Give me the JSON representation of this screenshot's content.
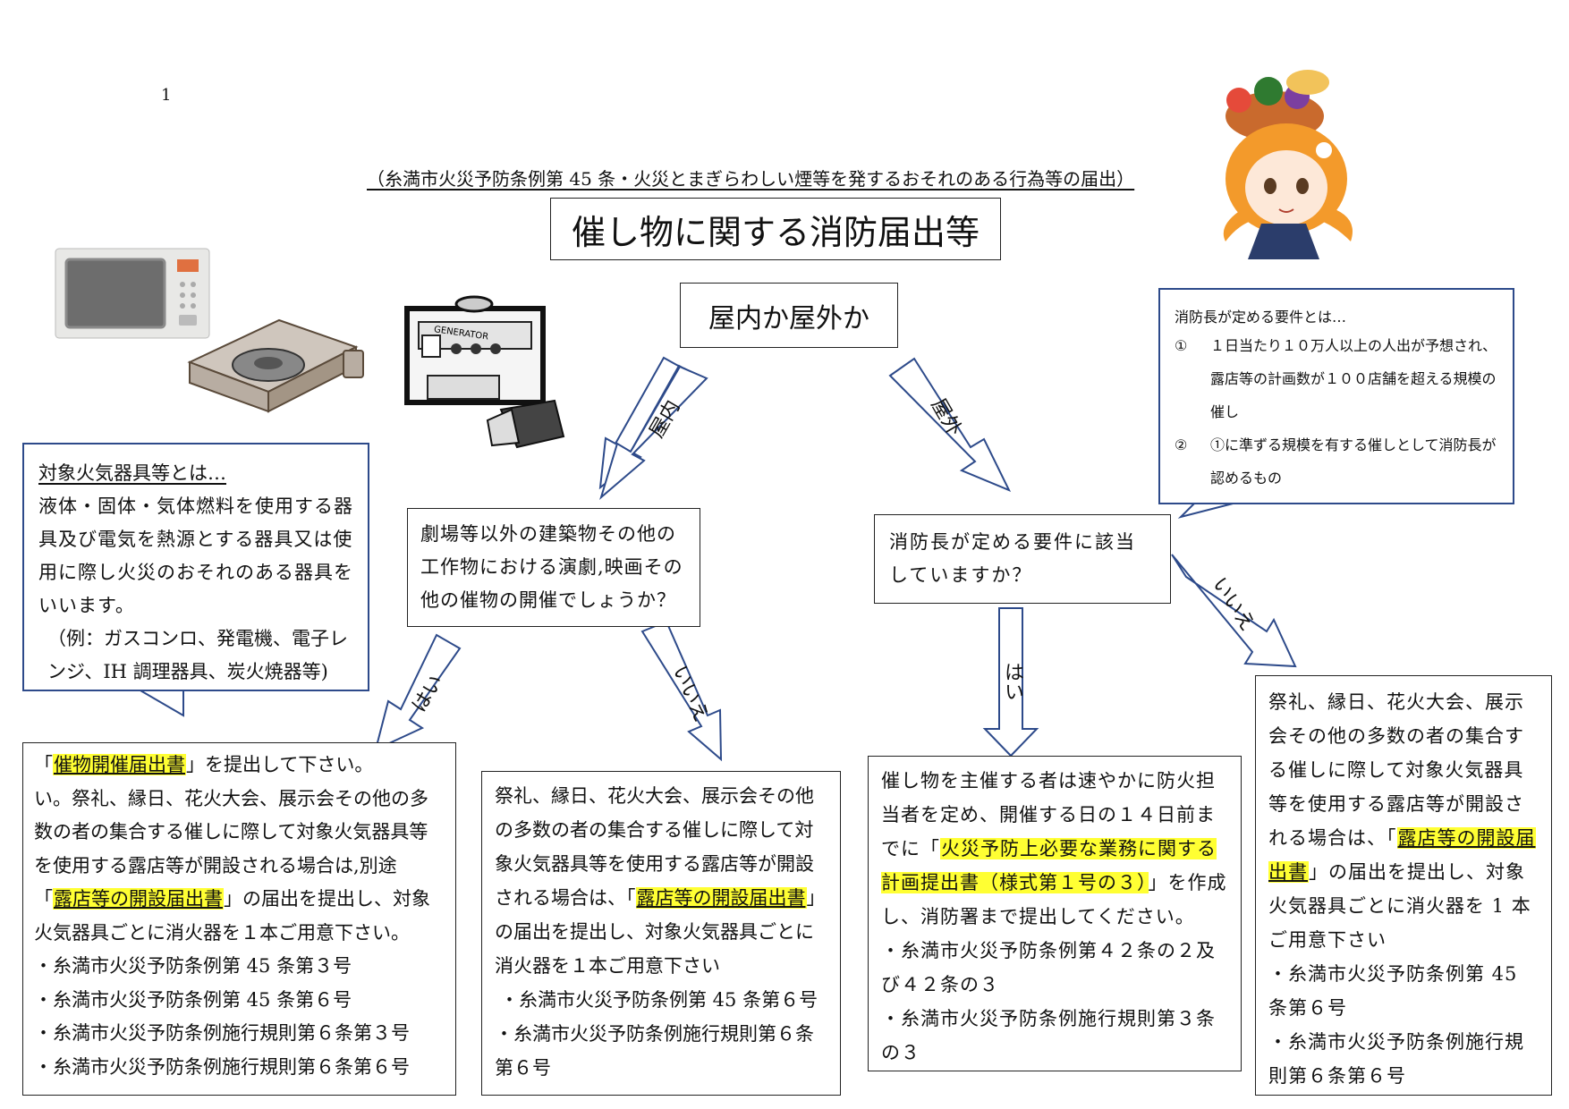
{
  "page_number": "1",
  "subtitle": "（糸満市火災予防条例第 45 条・火災とまぎらわしい煙等を発するおそれのある行為等の届出）",
  "title": "催し物に関する消防届出等",
  "question_main": "屋内か屋外か",
  "label_indoor": "屋内",
  "label_outdoor": "屋外",
  "definition": {
    "head": "対象火気器具等とは…",
    "body": "液体・固体・気体燃料を使用する器具及び電気を熱源とする器具又は使用に際し火災のおそれのある器具をいいます。",
    "example": "（例：ガスコンロ、発電機、電子レンジ、IH 調理器具、炭火焼器等)"
  },
  "requirements": {
    "head": "消防長が定める要件とは…",
    "item1_num": "①",
    "item1": "１日当たり１０万人以上の人出が予想され、露店等の計画数が１００店舗を超える規模の催し",
    "item2_num": "②",
    "item2": "①に準ずる規模を有する催しとして消防長が認めるもの"
  },
  "question_indoor": "劇場等以外の建築物その他の工作物における演劇,映画その他の催物の開催でしょうか？",
  "question_outdoor": "消防長が定める要件に該当していますか？",
  "label_yes": "はい",
  "label_no": "いいえ",
  "result1": {
    "pre": "「",
    "hl1": "催物開催届出書",
    "mid1": "」を提出して下さい。",
    "line2": "い。祭礼、縁日、花火大会、展示会その他の多数の者の集合する催しに際して対象火気器具等を使用する露店等が開設される場合は,別途",
    "pre2": "「",
    "hl2": "露店等の開設届出書",
    "post2": "」の届出を提出し、対象火気器具ごとに消火器を１本ご用意下さい。",
    "refs": [
      "・糸満市火災予防条例第 45 条第３号",
      "・糸満市火災予防条例第 45 条第６号",
      "・糸満市火災予防条例施行規則第６条第３号",
      "・糸満市火災予防条例施行規則第６条第６号"
    ]
  },
  "result2": {
    "pre": "祭礼、縁日、花火大会、展示会その他の多数の者の集合する催しに際して対象火気器具等を使用する露店等が開設される場合は、「",
    "hl": "露店等の開設届出書",
    "post": "」の届出を提出し、対象火気器具ごとに消火器を１本ご用意下さい",
    "refs": [
      "・糸満市火災予防条例第 45 条第６号",
      "・糸満市火災予防条例施行規則第６条第６号"
    ]
  },
  "result3": {
    "pre": "催し物を主催する者は速やかに防火担当者を定め、開催する日の１４日前までに「",
    "hl": "火災予防上必要な業務に関する計画提出書（様式第１号の３）",
    "post": "」を作成し、消防署まで提出してください。",
    "refs": [
      "・糸満市火災予防条例第４２条の２及び４２条の３",
      "・糸満市火災予防条例施行規則第３条の３"
    ]
  },
  "result4": {
    "pre": "祭礼、縁日、花火大会、展示会その他の多数の者の集合する催しに際して対象火気器具等を使用する露店等が開設される場合は、「",
    "hl": "露店等の開設届出書",
    "post": "」の届出を提出し、対象火気器具ごとに消火器を 1 本ご用意下さい",
    "refs": [
      "・糸満市火災予防条例第 45 条第６号",
      "・糸満市火災予防条例施行規則第６条第６号"
    ]
  },
  "generator_label": "GENERATOR",
  "colors": {
    "highlight": "#ffff33",
    "callout_border": "#2d4a8a",
    "arrow": "#2d4a8a",
    "mascot_orange": "#f39a2b"
  }
}
